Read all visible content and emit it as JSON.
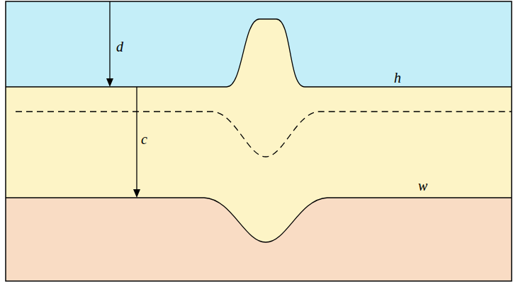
{
  "diagram": {
    "labels": [
      "d",
      "c",
      "h",
      "w"
    ]
  }
}
